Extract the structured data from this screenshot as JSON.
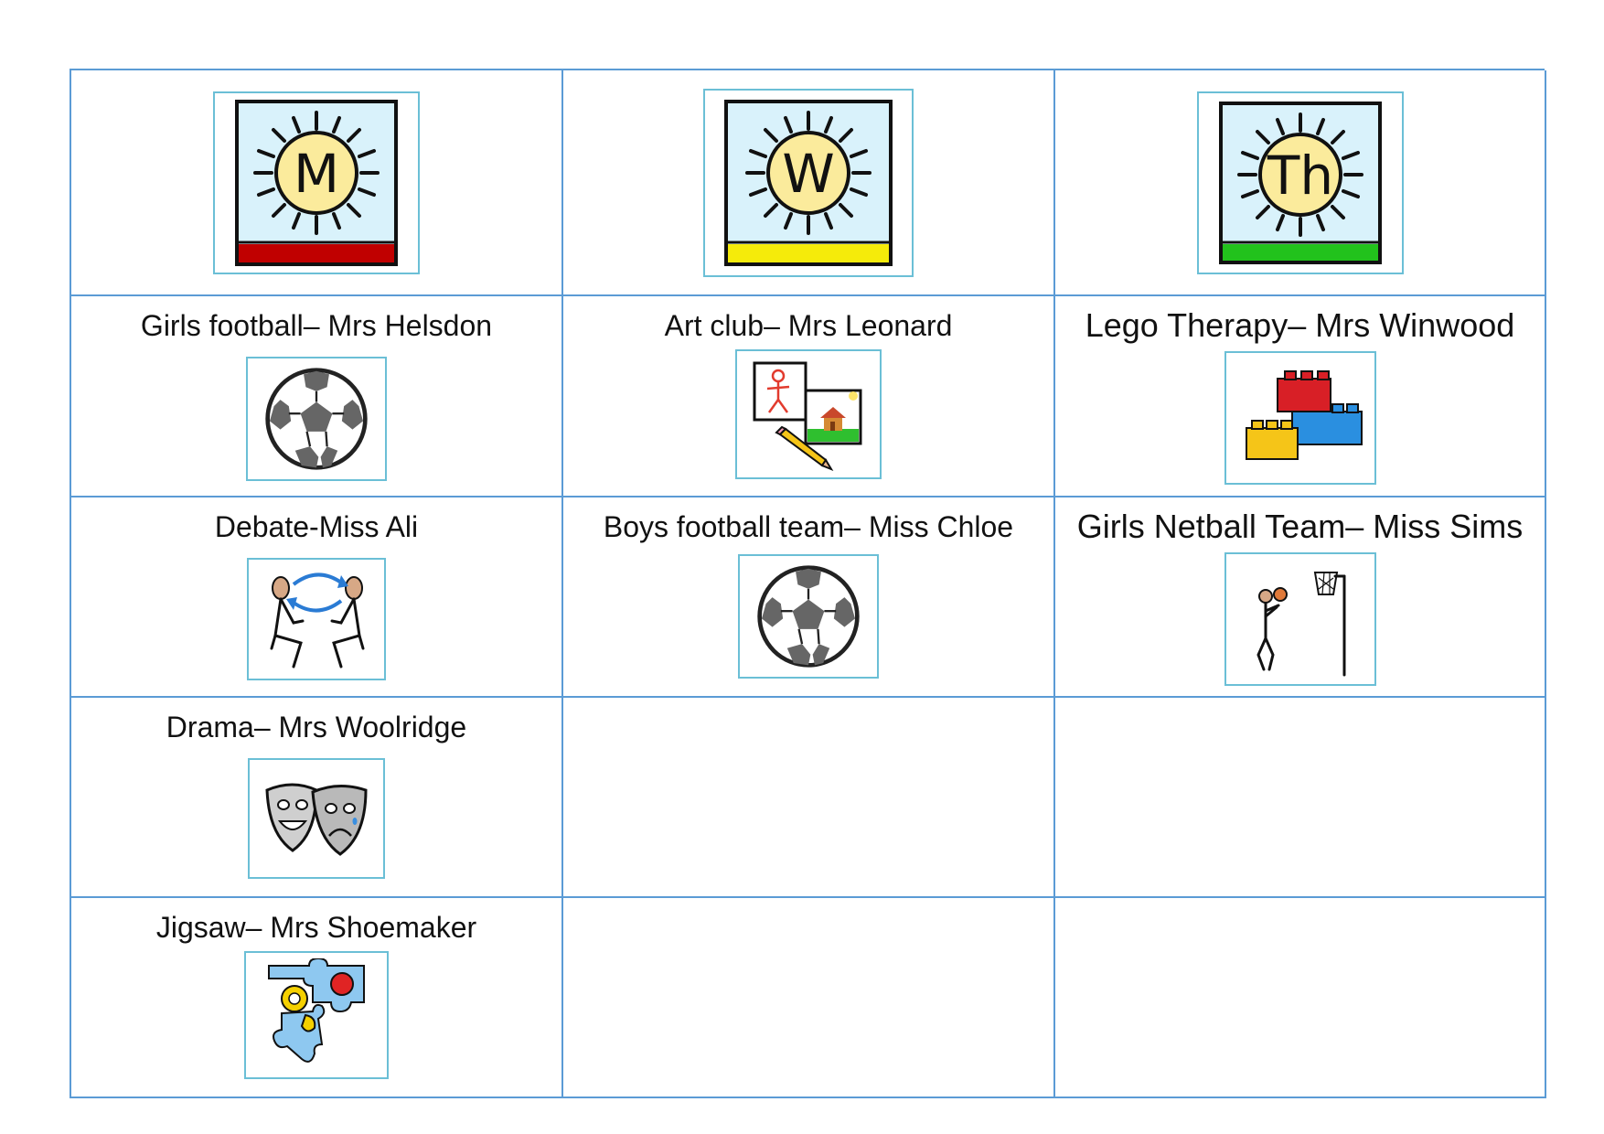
{
  "days": [
    {
      "letter": "M",
      "bar_color": "#c00000"
    },
    {
      "letter": "W",
      "bar_color": "#f5eb0a"
    },
    {
      "letter": "Th",
      "bar_color": "#22c21c"
    }
  ],
  "clubs": [
    {
      "label": "Girls football– Mrs Helsdon",
      "icon": "football-icon"
    },
    {
      "label": "Art club– Mrs Leonard",
      "icon": "art-icon"
    },
    {
      "label": "Lego Therapy– Mrs Winwood",
      "icon": "lego-bricks-icon"
    },
    {
      "label": "Debate-Miss Ali",
      "icon": "debate-icon"
    },
    {
      "label": "Boys football team– Miss Chloe",
      "icon": "football-icon"
    },
    {
      "label": "Girls Netball Team– Miss Sims",
      "icon": "netball-icon"
    },
    {
      "label": "Drama– Mrs Woolridge",
      "icon": "drama-masks-icon"
    },
    {
      "label": "Jigsaw– Mrs Shoemaker",
      "icon": "jigsaw-icon"
    }
  ],
  "colors": {
    "grid_line": "#5b9bd5",
    "symbol_border": "#6bbfd6",
    "sky": "#d9f2fb",
    "sun": "#fbeb9c"
  }
}
